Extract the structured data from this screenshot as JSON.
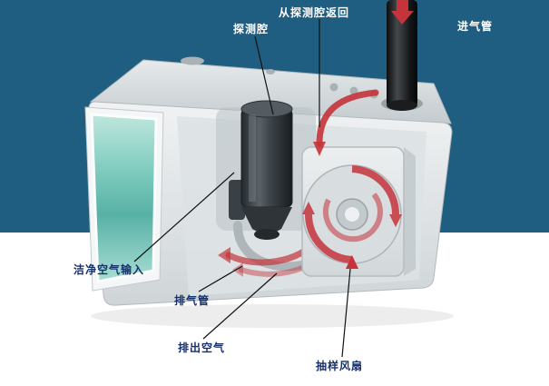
{
  "scene": {
    "labels": {
      "detection_chamber": "探测腔",
      "return_from_chamber": "从探测腔返回",
      "intake_pipe": "进气管",
      "clean_air_input": "洁净空气输入",
      "exhaust_pipe": "排气管",
      "exhaust_air": "排出空气",
      "sampling_fan": "抽样风扇"
    },
    "colors": {
      "background_top": "#1f5e80",
      "background_bottom": "#ffffff",
      "label_on_blue": "#ffffff",
      "label_on_white": "#16306b",
      "airflow_arrow_red": "#c5333b",
      "device_body_gray": "#e0e4e6",
      "screen_teal": "#6fbfb2",
      "intake_pipe_black": "#141618"
    }
  }
}
